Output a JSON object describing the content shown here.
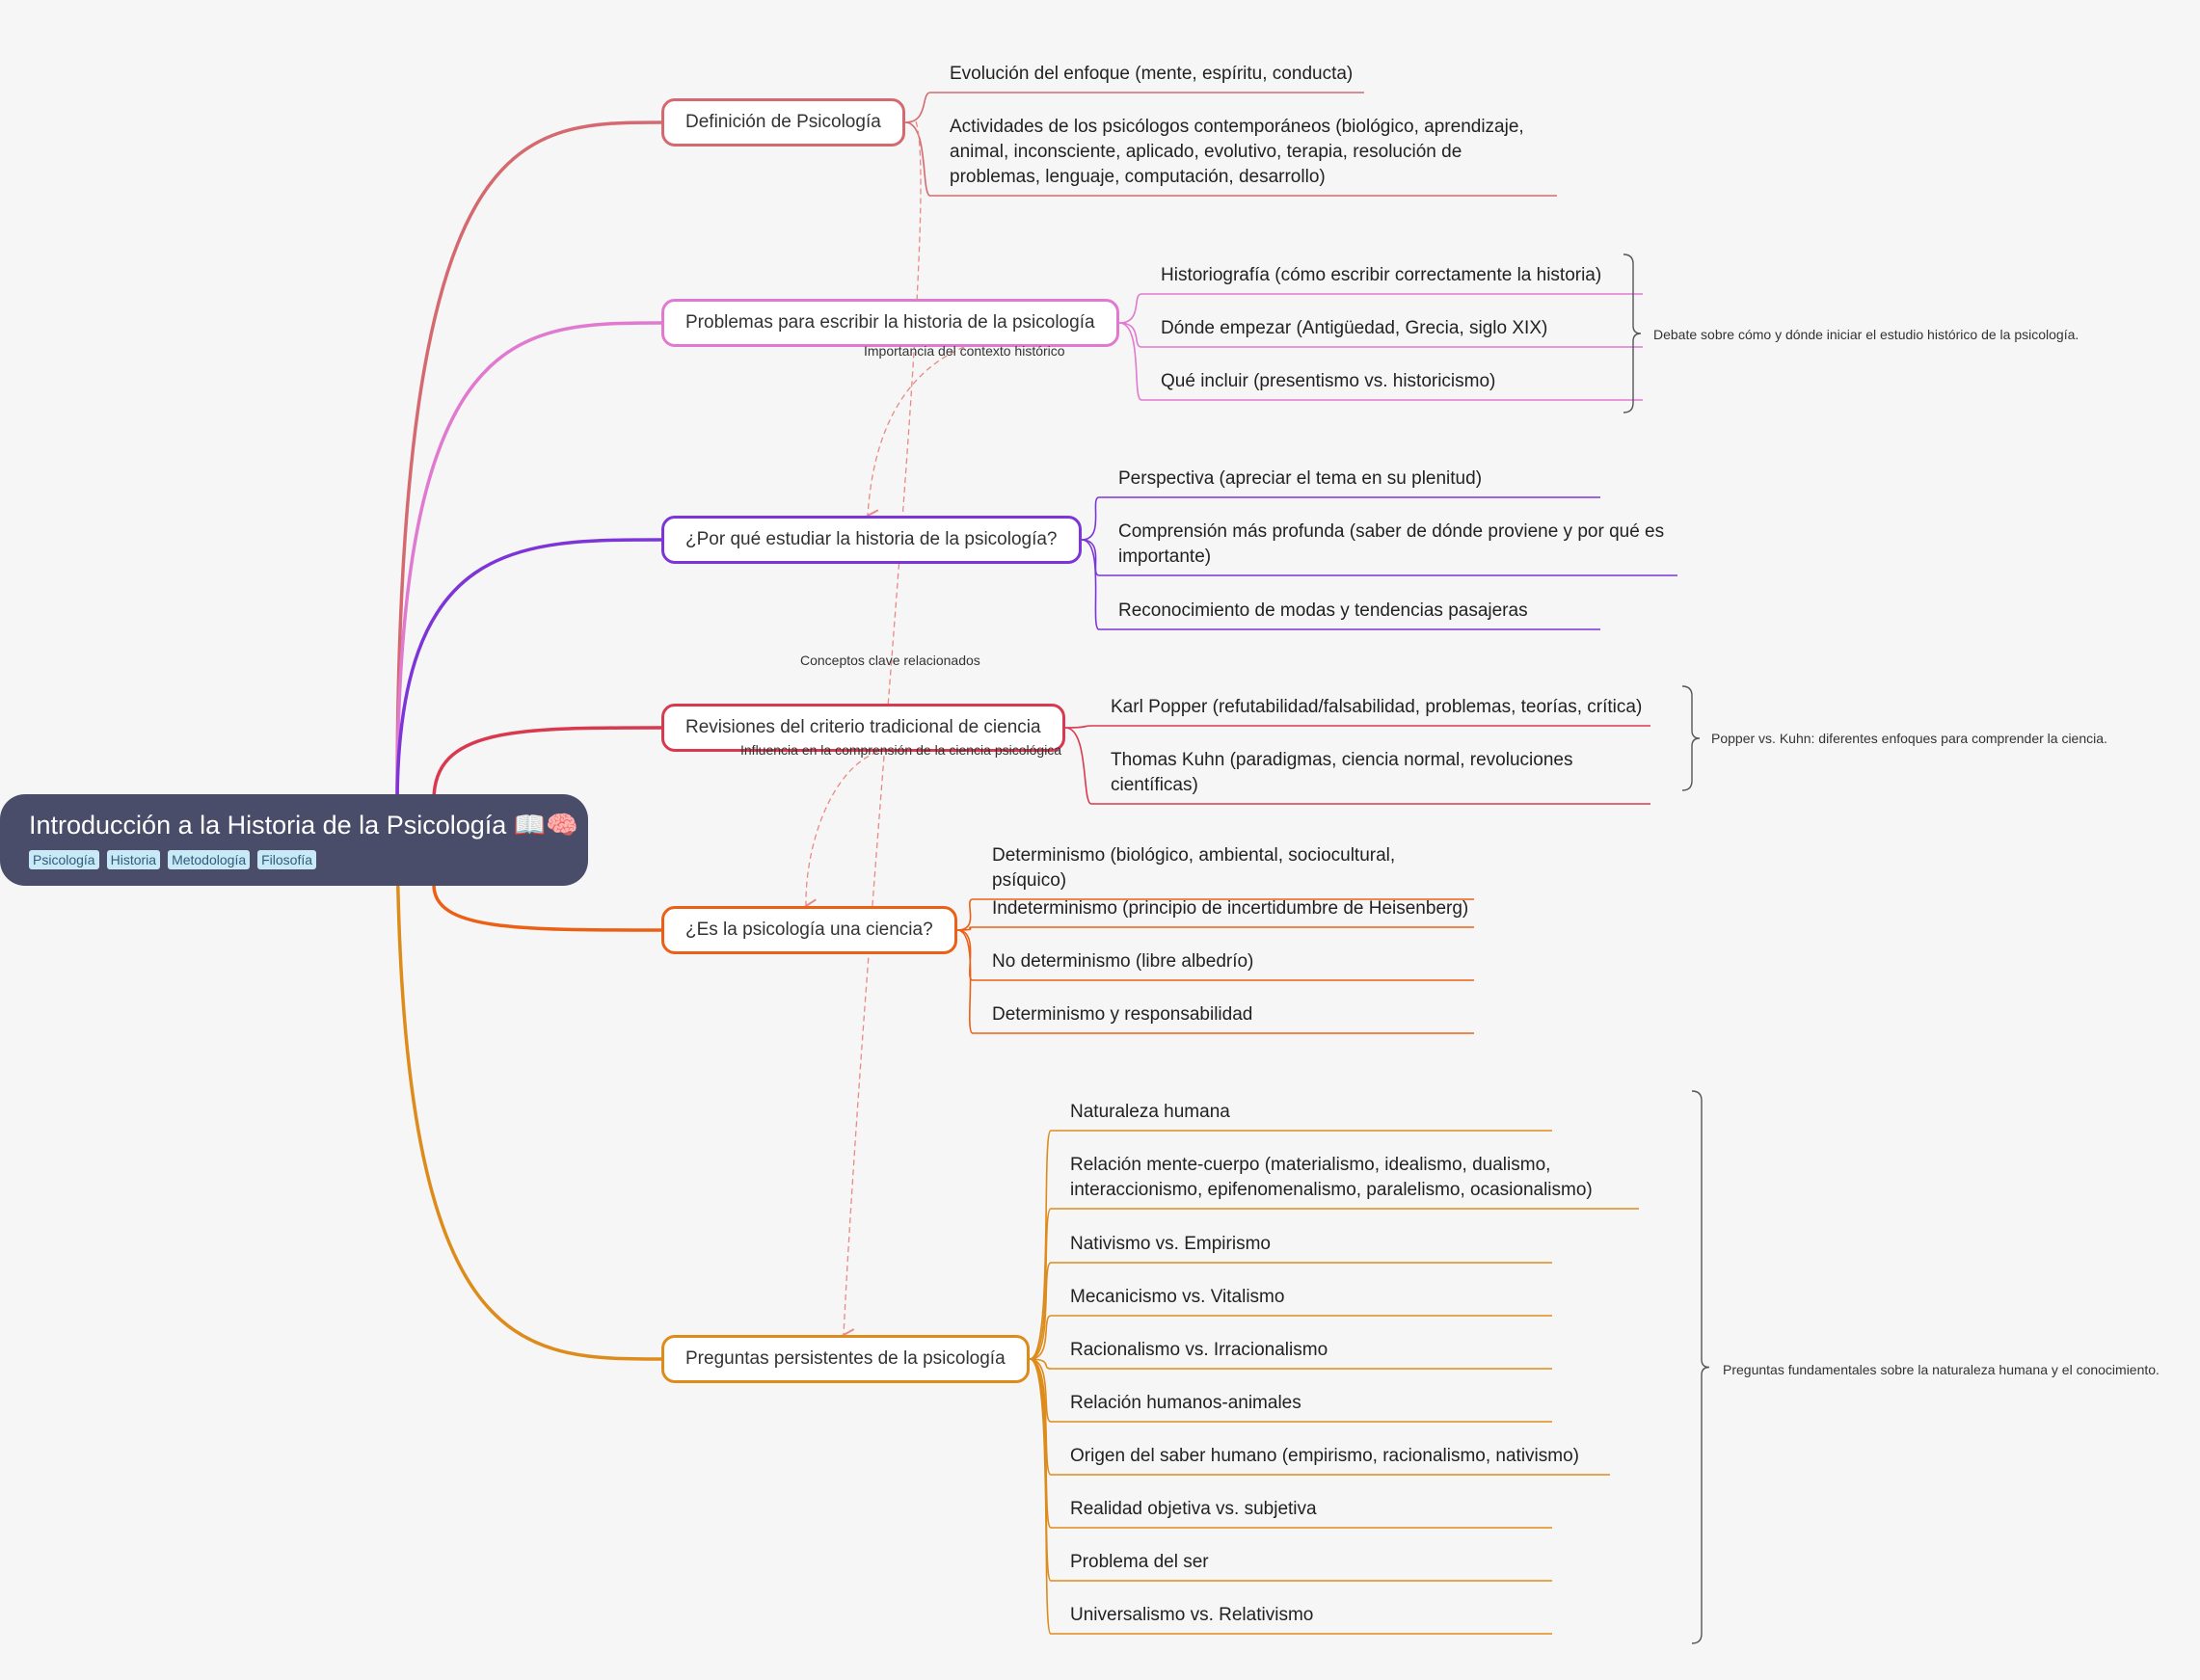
{
  "root": {
    "title": "Introducción a la Historia de la Psicología 📖🧠",
    "tags": [
      "Psicología",
      "Historia",
      "Metodología",
      "Filosofía"
    ]
  },
  "colors": {
    "root": "#4a4d6a",
    "b1": "#d46a6f",
    "b2": "#e079d0",
    "b3": "#7d35d8",
    "b4": "#d8394f",
    "b5": "#ec6016",
    "b6": "#dd8b1a",
    "crosslink": "#e88a83"
  },
  "branches": [
    {
      "label": "Definición de Psicología",
      "leaves": [
        "Evolución del enfoque (mente, espíritu, conducta)",
        "Actividades de los psicólogos contemporáneos (biológico, aprendizaje, animal, inconsciente, aplicado, evolutivo, terapia, resolución de problemas, lenguaje, computación, desarrollo)"
      ]
    },
    {
      "label": "Problemas para escribir la historia de la psicología",
      "leaves": [
        "Historiografía (cómo escribir correctamente la historia)",
        "Dónde empezar (Antigüedad, Grecia, siglo XIX)",
        "Qué incluir (presentismo vs. historicismo)"
      ],
      "summary": "Debate sobre cómo y dónde iniciar el estudio histórico de la psicología."
    },
    {
      "label": "¿Por qué estudiar la historia de la psicología?",
      "leaves": [
        "Perspectiva (apreciar el tema en su plenitud)",
        "Comprensión más profunda (saber de dónde proviene y por qué es importante)",
        "Reconocimiento de modas y tendencias pasajeras"
      ]
    },
    {
      "label": "Revisiones del criterio tradicional de ciencia",
      "leaves": [
        "Karl Popper (refutabilidad/falsabilidad, problemas, teorías, crítica)",
        "Thomas Kuhn (paradigmas, ciencia normal, revoluciones científicas)"
      ],
      "summary": "Popper vs. Kuhn: diferentes enfoques para comprender la ciencia."
    },
    {
      "label": "¿Es la psicología una ciencia?",
      "leaves": [
        "Determinismo (biológico, ambiental, sociocultural, psíquico)",
        "Indeterminismo (principio de incertidumbre de Heisenberg)",
        "No determinismo (libre albedrío)",
        "Determinismo y responsabilidad"
      ]
    },
    {
      "label": "Preguntas persistentes de la psicología",
      "leaves": [
        "Naturaleza humana",
        "Relación mente-cuerpo (materialismo, idealismo, dualismo, interaccionismo, epifenomenalismo, paralelismo, ocasionalismo)",
        "Nativismo vs. Empirismo",
        "Mecanicismo vs. Vitalismo",
        "Racionalismo vs. Irracionalismo",
        "Relación humanos-animales",
        "Origen del saber humano (empirismo, racionalismo, nativismo)",
        "Realidad objetiva vs. subjetiva",
        "Problema del ser",
        "Universalismo vs. Relativismo"
      ],
      "summary": "Preguntas fundamentales sobre la naturaleza humana y el conocimiento."
    }
  ],
  "cross_links": [
    "Importancia del contexto histórico",
    "Conceptos clave relacionados",
    "Influencia en la comprensión de la ciencia psicológica"
  ]
}
